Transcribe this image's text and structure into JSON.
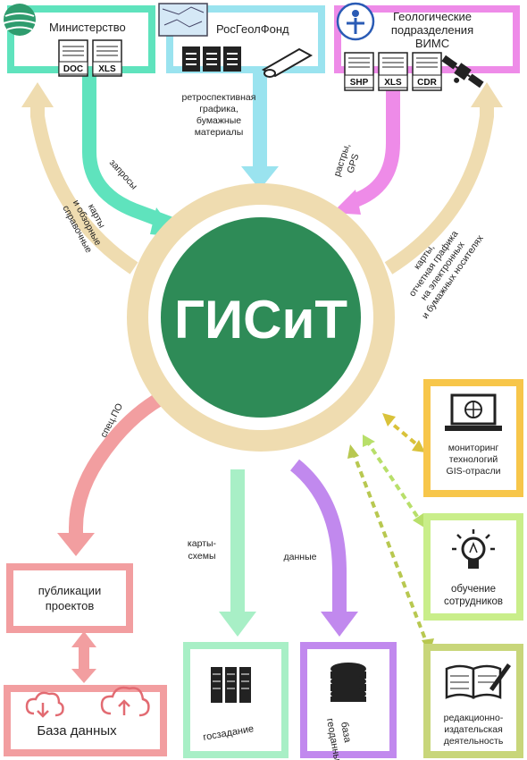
{
  "center": {
    "title": "ГИСиТ"
  },
  "sources": {
    "ministry": {
      "label": "Министерство",
      "files": [
        "DOC",
        "XLS"
      ]
    },
    "rosgeolfond": {
      "label": "РосГеолФонд"
    },
    "vims": {
      "line1": "Геологические",
      "line2": "подразделения",
      "line3": "ВИМС",
      "files": [
        "SHP",
        "XLS",
        "CDR"
      ]
    }
  },
  "arrows": {
    "requests": "запросы",
    "reference": [
      "справочные",
      "и обзорные",
      "карты"
    ],
    "retro": [
      "ретроспективная",
      "графика,",
      "бумажные",
      "материалы"
    ],
    "rasters": [
      "растры,",
      "GPS"
    ],
    "maps_out": [
      "карты,",
      "отчетная графика",
      "на электронных",
      "и бумажных носителях"
    ],
    "spec": "спец.ПО",
    "schemes": [
      "карты-",
      "схемы"
    ],
    "data": "данные"
  },
  "outputs": {
    "publications": [
      "публикации",
      "проектов"
    ],
    "database": "База данных",
    "goszadanie": "госзадание",
    "geodb": [
      "база",
      "геоданных"
    ],
    "monitoring": [
      "мониторинг",
      "технологий",
      "GIS-отрасли"
    ],
    "training": [
      "обучение",
      "сотрудников"
    ],
    "editorial": [
      "редакционно-",
      "издательская",
      "деятельность"
    ]
  },
  "colors": {
    "ring": "#efdcb0",
    "core": "#2e8b57",
    "teal": "#5fe3bd",
    "cyan": "#9ae3ef",
    "magenta": "#ee8be8",
    "salmon": "#f29ea0",
    "mint": "#a8efc6",
    "purple": "#c189ee",
    "yellow": "#f7c64a",
    "lime": "#c9ee8a",
    "olive": "#c8d67a"
  }
}
